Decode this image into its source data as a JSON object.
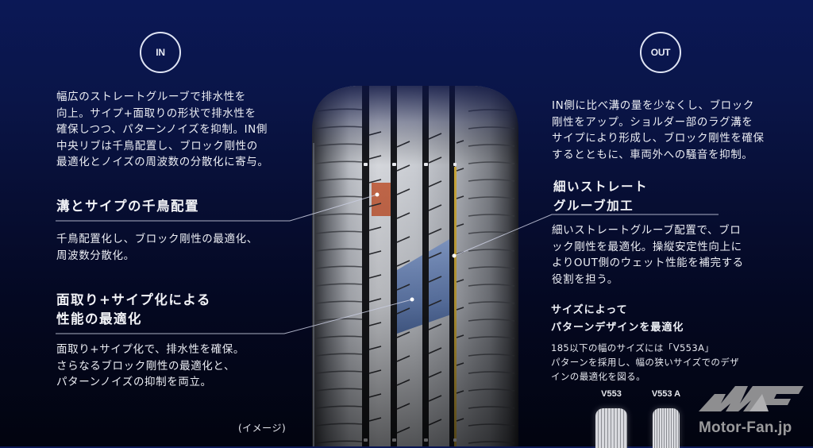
{
  "in_side": {
    "badge": "IN",
    "description": "幅広のストレートグルーブで排水性を\n向上。サイプ+面取りの形状で排水性を\n確保しつつ、パターンノイズを抑制。IN側\n中央リブは千鳥配置し、ブロック剛性の\n最適化とノイズの周波数の分散化に寄与。"
  },
  "out_side": {
    "badge": "OUT",
    "description": "IN側に比べ溝の量を少なくし、ブロック\n剛性をアップ。ショルダー部のラグ溝を\nサイプにより形成し、ブロック剛性を確保\nするとともに、車両外への騒音を抑制。"
  },
  "features": [
    {
      "heading": "溝とサイプの千鳥配置",
      "description": "千鳥配置化し、ブロック剛性の最適化、\n周波数分散化。",
      "highlight_color": "#c0532f"
    },
    {
      "heading": "面取り+サイプ化による\n性能の最適化",
      "description": "面取り+サイプ化で、排水性を確保。\nさらなるブロック剛性の最適化と、\nパターンノイズの抑制を両立。",
      "highlight_color": "#4a6fb5"
    },
    {
      "heading": "細いストレート\nグルーブ加工",
      "description": "細いストレートグルーブ配置で、ブロ\nック剛性を最適化。操縦安定性向上に\nよりOUT側のウェット性能を補完する\n役割を担う。",
      "highlight_color": "#c9a63a"
    }
  ],
  "size_optimization": {
    "heading": "サイズによって\nパターンデザインを最適化",
    "description": "185以下の幅のサイズには「V553A」\nパターンを採用し、幅の狭いサイズでのデザ\nインの最適化を図る。",
    "variants": [
      {
        "label": "V553"
      },
      {
        "label": "V553 A"
      }
    ]
  },
  "image_caption": "(イメージ)",
  "watermark": {
    "text": "Motor-Fan.jp",
    "icon": "mf-logo-icon"
  },
  "colors": {
    "background_top": "#0b1856",
    "background_bottom": "#02040f",
    "text": "#eceef4",
    "logo_gray": "#9a9a9c"
  }
}
